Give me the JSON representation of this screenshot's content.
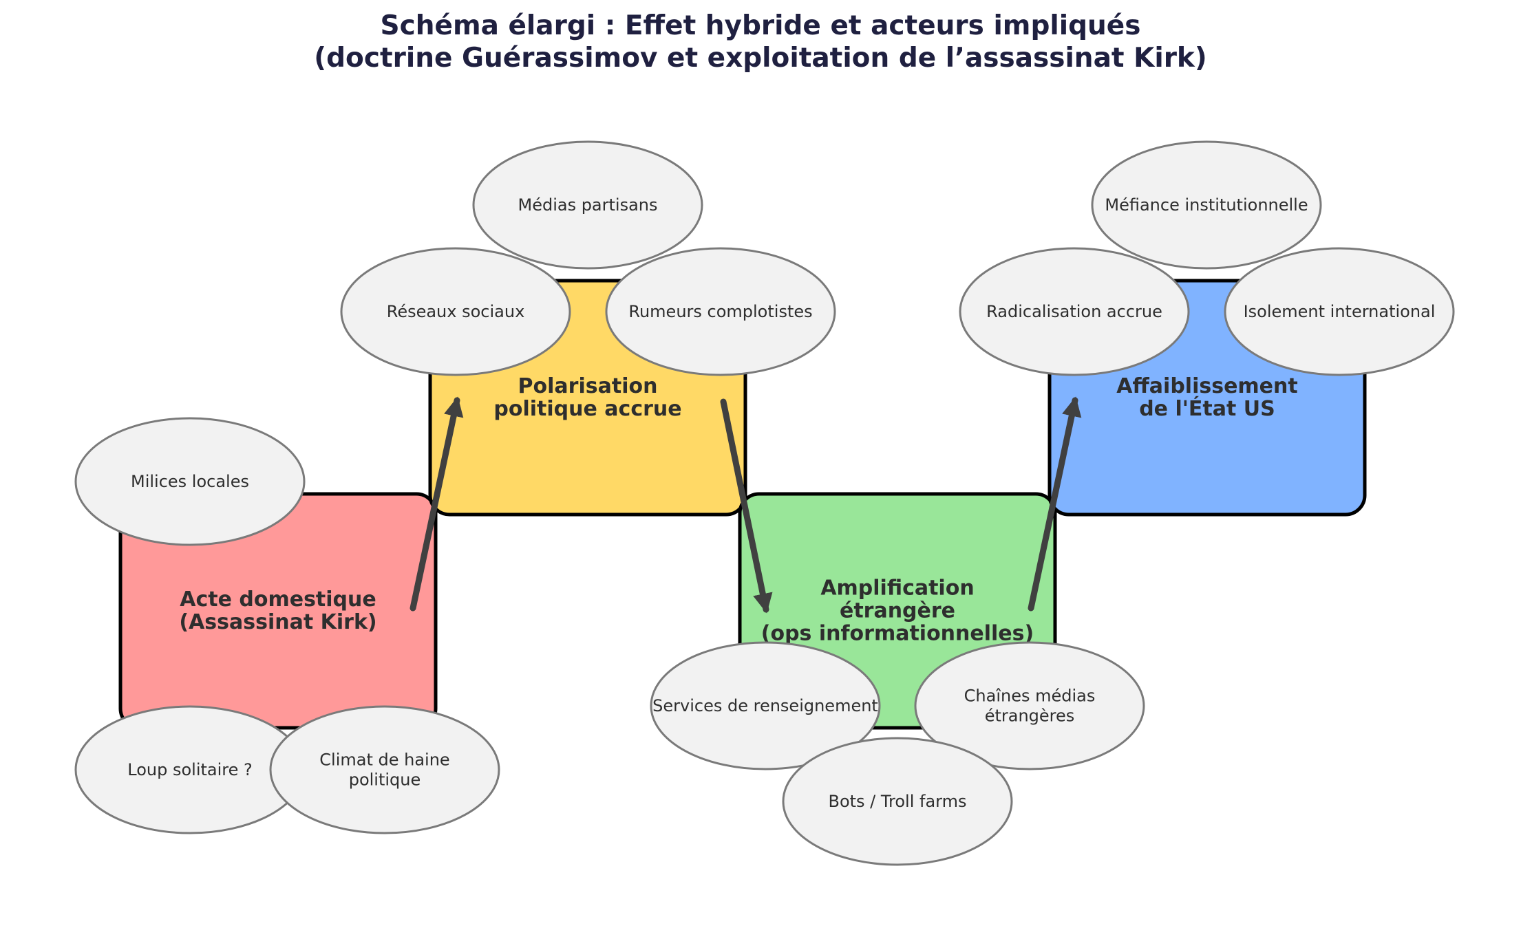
{
  "title": {
    "line1": "Schéma élargi : Effet hybride et acteurs impliqués",
    "line2": "(doctrine Guérassimov et exploitation de l’assassinat Kirk)"
  },
  "colors": {
    "domestic": "#ff9999",
    "polarisation": "#ffd966",
    "amplification": "#99e699",
    "weakening": "#80b3ff",
    "actor": "#f2f2f2",
    "arrow": "#404040"
  },
  "stages": [
    {
      "id": "domestic",
      "lines": [
        "Acte domestique",
        "(Assassinat Kirk)"
      ]
    },
    {
      "id": "polarisation",
      "lines": [
        "Polarisation",
        "politique accrue"
      ]
    },
    {
      "id": "amplification",
      "lines": [
        "Amplification",
        "étrangère",
        "(ops informationnelles)"
      ]
    },
    {
      "id": "weakening",
      "lines": [
        "Affaiblissement",
        "de l'État US"
      ]
    }
  ],
  "actors": [
    {
      "id": "milices",
      "stage": "domestic",
      "lines": [
        "Milices locales"
      ]
    },
    {
      "id": "loup",
      "stage": "domestic",
      "lines": [
        "Loup solitaire ?"
      ]
    },
    {
      "id": "climat",
      "stage": "domestic",
      "lines": [
        "Climat de haine",
        "politique"
      ]
    },
    {
      "id": "medias",
      "stage": "polarisation",
      "lines": [
        "Médias partisans"
      ]
    },
    {
      "id": "reseaux",
      "stage": "polarisation",
      "lines": [
        "Réseaux sociaux"
      ]
    },
    {
      "id": "rumeurs",
      "stage": "polarisation",
      "lines": [
        "Rumeurs complotistes"
      ]
    },
    {
      "id": "services",
      "stage": "amplification",
      "lines": [
        "Services de renseignement"
      ]
    },
    {
      "id": "chaines",
      "stage": "amplification",
      "lines": [
        "Chaînes médias",
        "étrangères"
      ]
    },
    {
      "id": "bots",
      "stage": "amplification",
      "lines": [
        "Bots / Troll farms"
      ]
    },
    {
      "id": "mefiance",
      "stage": "weakening",
      "lines": [
        "Méfiance institutionnelle"
      ]
    },
    {
      "id": "radicalisation",
      "stage": "weakening",
      "lines": [
        "Radicalisation accrue"
      ]
    },
    {
      "id": "isolement",
      "stage": "weakening",
      "lines": [
        "Isolement international"
      ]
    }
  ],
  "flows": [
    {
      "from": "domestic",
      "to": "polarisation"
    },
    {
      "from": "polarisation",
      "to": "amplification"
    },
    {
      "from": "amplification",
      "to": "weakening"
    }
  ]
}
